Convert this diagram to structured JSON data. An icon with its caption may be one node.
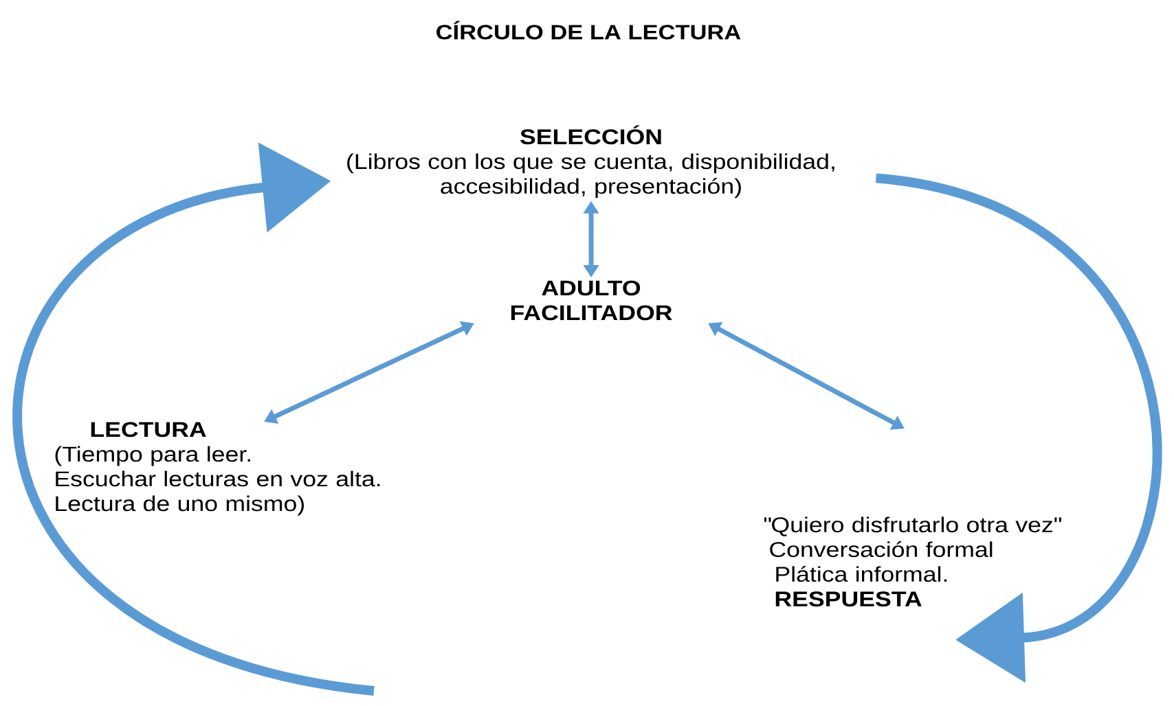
{
  "diagram": {
    "title": "CÍRCULO DE LA LECTURA",
    "nodes": [
      {
        "text": [
          "SELECCIÓN",
          "(Libros con los que se cuenta, disponibilidad, accesibilidad, presentación)"
        ]
      },
      {
        "text": [
          "ADULTO FACILITADOR"
        ]
      },
      {
        "text": [
          "LECTURA",
          "(Tiempo para leer.",
          "Escuchar lecturas en voz alta.",
          "Lectura de uno mismo)"
        ]
      },
      {
        "text": [
          "\"Quiero disfrutarlo otra vez\"",
          "Conversación formal",
          "Plática informal.",
          "RESPUESTA"
        ]
      }
    ],
    "edges": [
      {
        "from": 0,
        "to": 1,
        "arrow": "both"
      },
      {
        "from": 1,
        "to": 2,
        "arrow": "both"
      },
      {
        "from": 1,
        "to": 3,
        "arrow": "both"
      },
      {
        "from": 0,
        "to": 3,
        "arrow": "to",
        "style": "thick"
      },
      {
        "from": null,
        "to": 0,
        "arrow": "to",
        "style": "thick"
      }
    ]
  }
}
